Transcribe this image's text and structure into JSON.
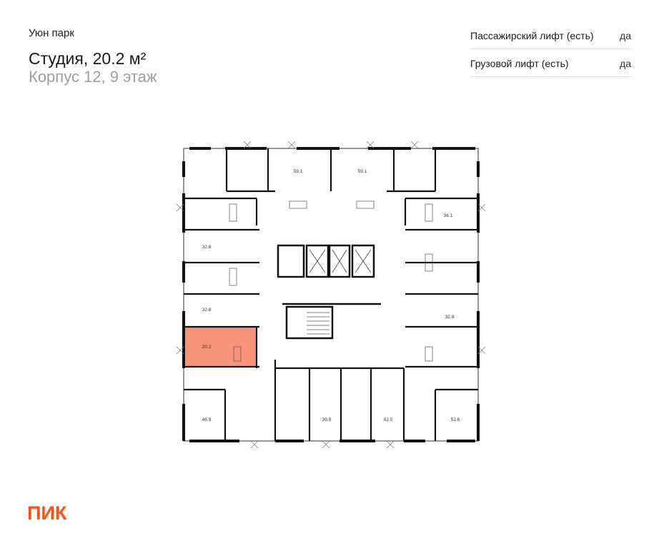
{
  "project_name": "Уюн парк",
  "title": "Студия, 20.2 м²",
  "subtitle": "Корпус 12, 9 этаж",
  "specs": [
    {
      "label": "Пассажирский лифт (есть)",
      "value": "да"
    },
    {
      "label": "Грузовой лифт (есть)",
      "value": "да"
    }
  ],
  "plan": {
    "highlight_color": "#f58d72",
    "apartment_areas": [
      "59.1",
      "59.1",
      "36.1",
      "32.8",
      "32.8",
      "32.8",
      "20.2",
      "46.9",
      "39.9",
      "42.5",
      "52.6"
    ],
    "selected_area": "20.2"
  },
  "logo": {
    "text": "ПИК",
    "color": "#ff4f12"
  }
}
